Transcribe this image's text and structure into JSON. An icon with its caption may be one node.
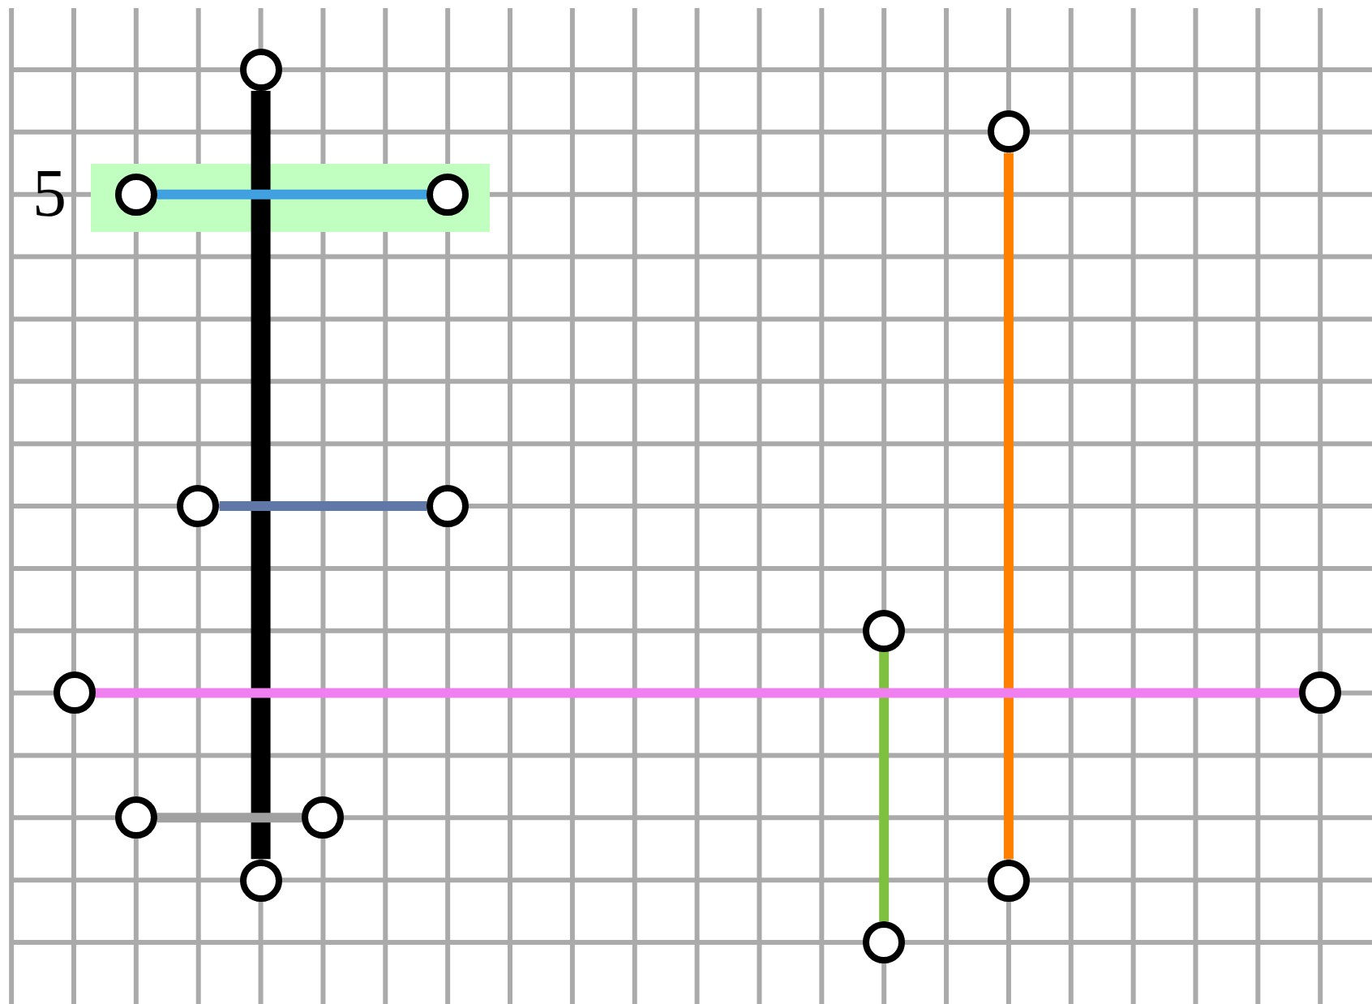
{
  "diagram": {
    "nodes": [
      {
        "text": [],
        "shape": "circle"
      },
      {
        "text": [],
        "shape": "circle"
      },
      {
        "text": [],
        "shape": "circle"
      },
      {
        "text": [],
        "shape": "circle"
      },
      {
        "text": [],
        "shape": "circle"
      },
      {
        "text": [],
        "shape": "circle"
      },
      {
        "text": [],
        "shape": "circle"
      },
      {
        "text": [],
        "shape": "circle"
      },
      {
        "text": [],
        "shape": "circle"
      },
      {
        "text": [],
        "shape": "circle"
      },
      {
        "text": [],
        "shape": "circle"
      },
      {
        "text": [],
        "shape": "circle"
      },
      {
        "text": [],
        "shape": "circle"
      },
      {
        "text": [],
        "shape": "circle"
      }
    ],
    "edges": [
      {
        "from": 0,
        "to": 11,
        "arrow": "none",
        "style": "thick",
        "color": "#000000"
      },
      {
        "from": 1,
        "to": 12,
        "arrow": "none",
        "color": "#ff8000"
      },
      {
        "from": 2,
        "to": 3,
        "arrow": "none",
        "color": "#40a0e0"
      },
      {
        "from": 4,
        "to": 5,
        "arrow": "none",
        "color": "#6078a8"
      },
      {
        "from": 6,
        "to": 13,
        "arrow": "none",
        "color": "#80c040"
      },
      {
        "from": 7,
        "to": 8,
        "arrow": "none",
        "color": "#f080f0"
      },
      {
        "from": 9,
        "to": 10,
        "arrow": "none",
        "color": "#a0a0a0"
      }
    ],
    "labels": [
      "5"
    ]
  }
}
